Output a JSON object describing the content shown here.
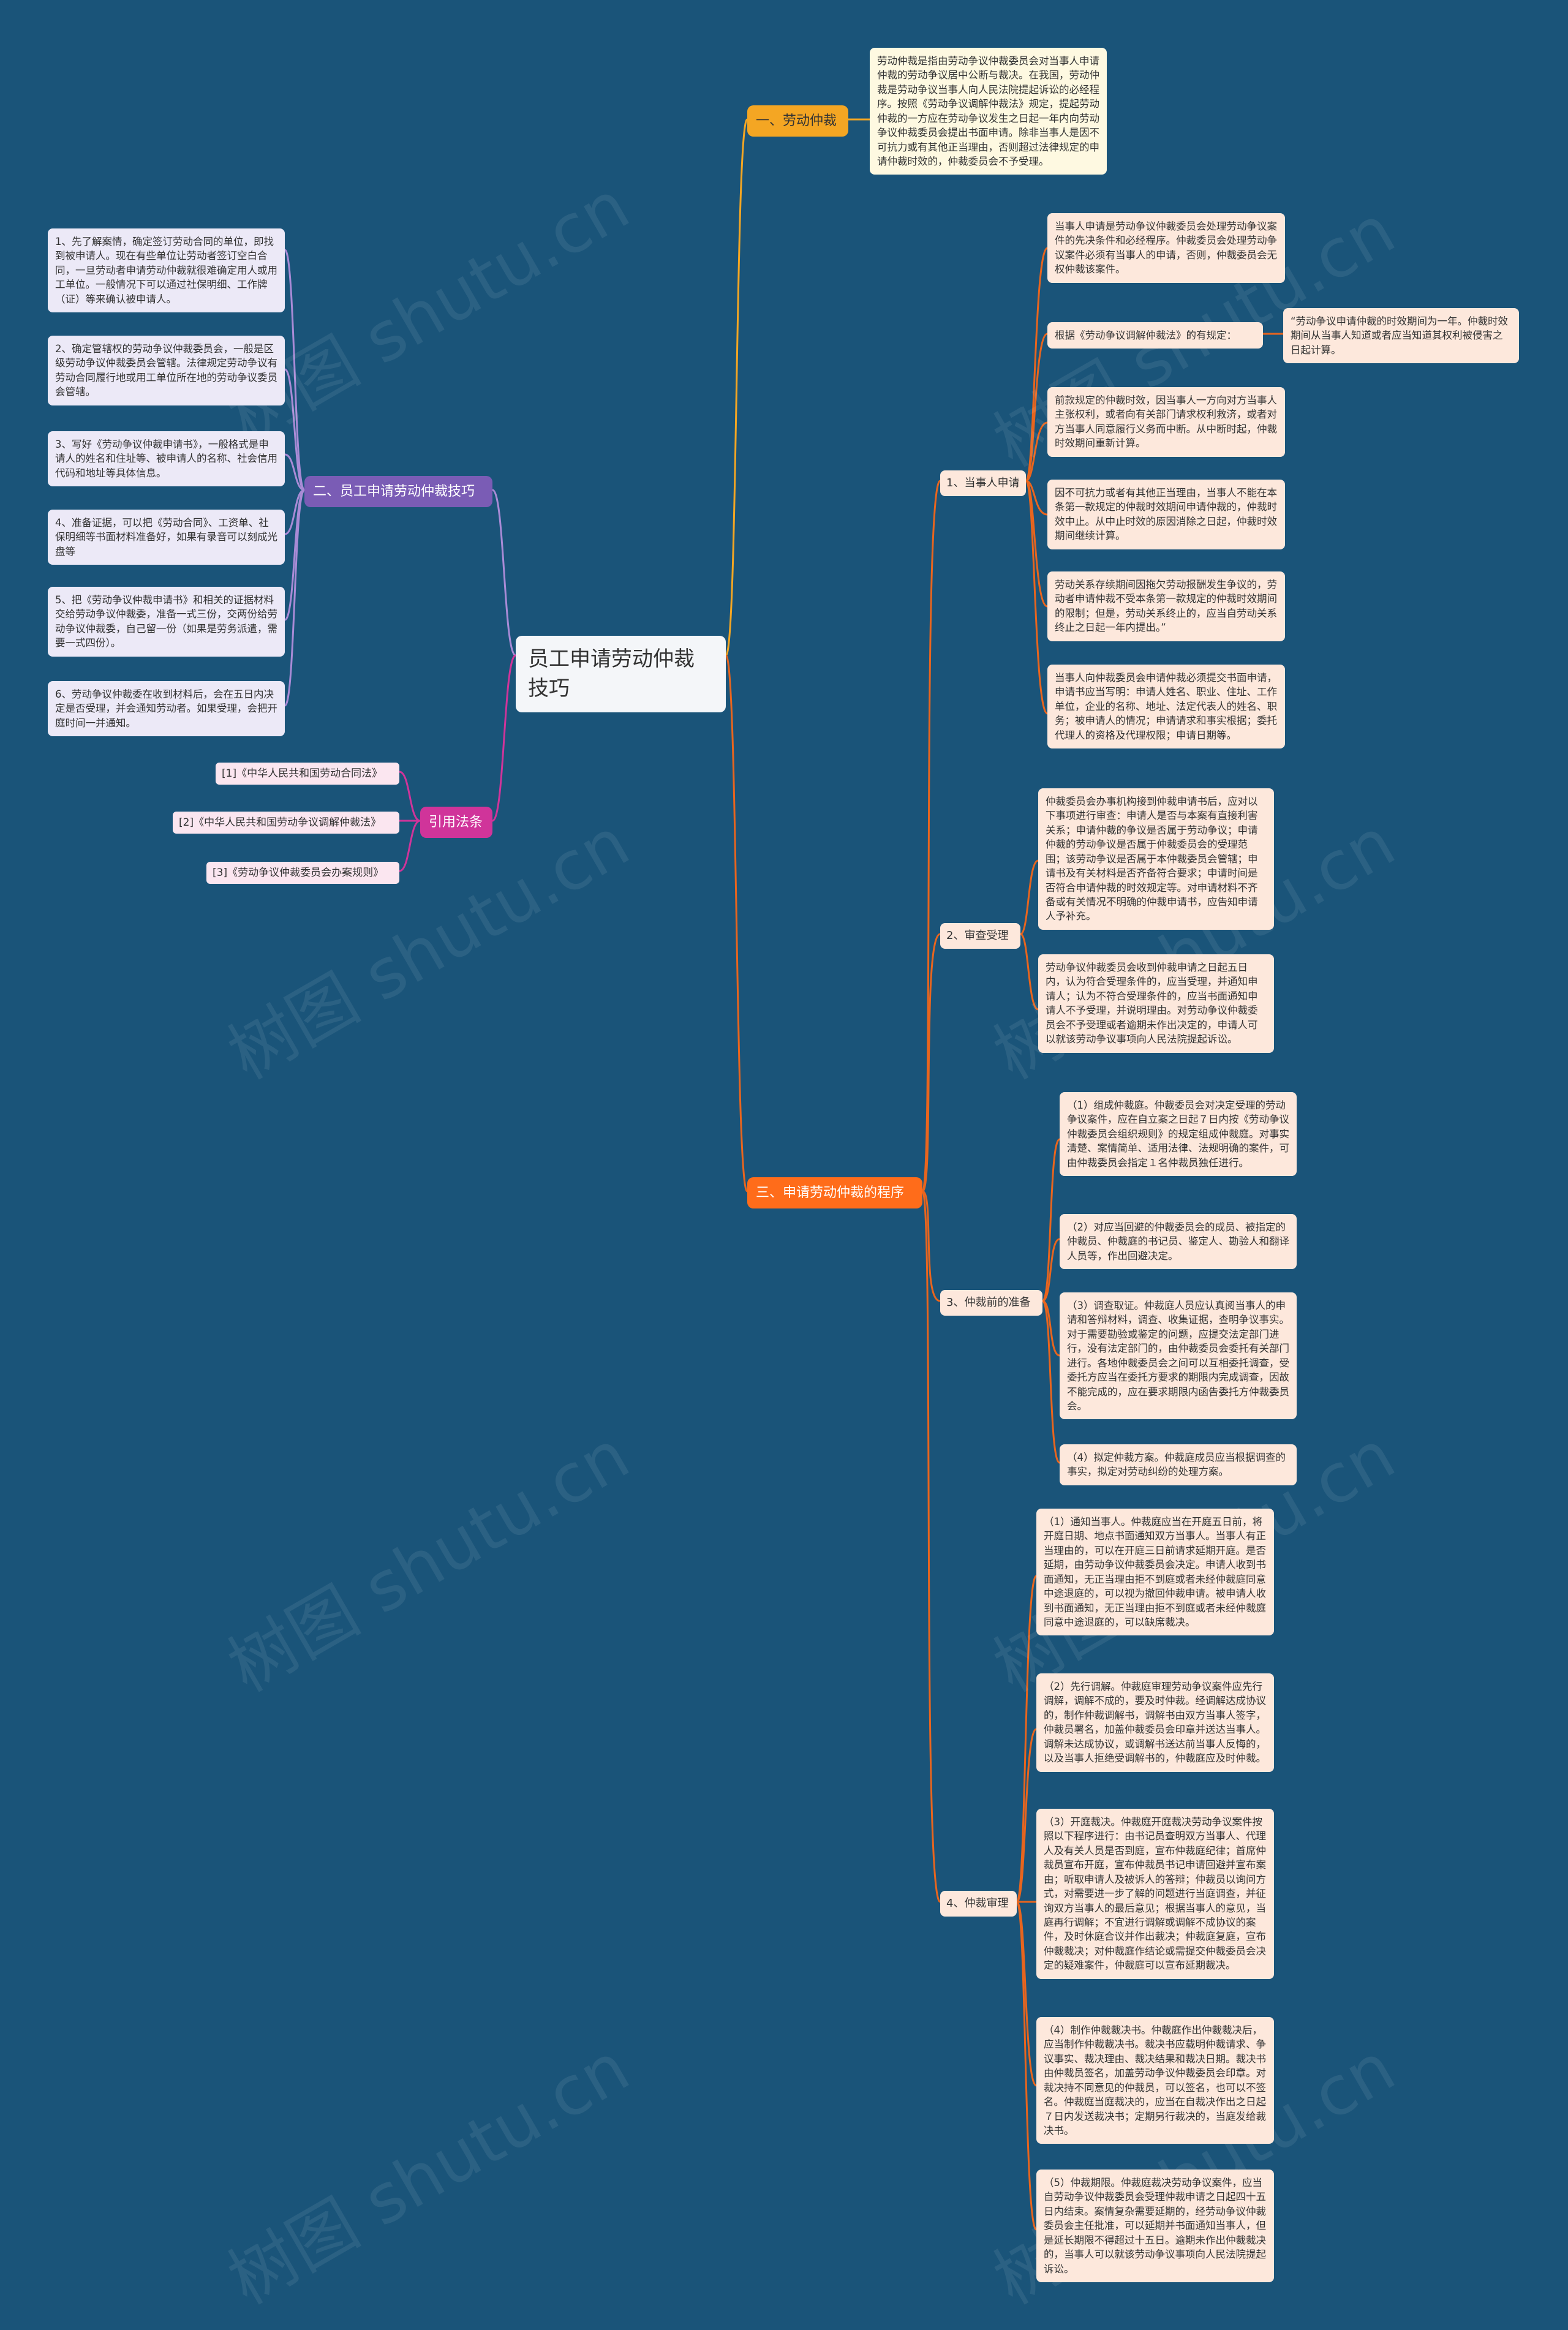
{
  "root": "员工申请劳动仲裁技巧",
  "branch1": {
    "title": "一、劳动仲裁",
    "text": "劳动仲裁是指由劳动争议仲裁委员会对当事人申请仲裁的劳动争议居中公断与裁决。在我国，劳动仲裁是劳动争议当事人向人民法院提起诉讼的必经程序。按照《劳动争议调解仲裁法》规定，提起劳动仲裁的一方应在劳动争议发生之日起一年内向劳动争议仲裁委员会提出书面申请。除非当事人是因不可抗力或有其他正当理由，否则超过法律规定的申请仲裁时效的，仲裁委员会不予受理。"
  },
  "branch3": {
    "title": "三、申请劳动仲裁的程序",
    "s1": {
      "label": "1、当事人申请",
      "items": [
        "当事人申请是劳动争议仲裁委员会处理劳动争议案件的先决条件和必经程序。仲裁委员会处理劳动争议案件必须有当事人的申请，否则，仲裁委员会无权仲裁该案件。",
        "根据《劳动争议调解仲裁法》的有规定：",
        "前款规定的仲裁时效，因当事人一方向对方当事人主张权利，或者向有关部门请求权利救济，或者对方当事人同意履行义务而中断。从中断时起，仲裁时效期间重新计算。",
        "因不可抗力或者有其他正当理由，当事人不能在本条第一款规定的仲裁时效期间申请仲裁的，仲裁时效中止。从中止时效的原因消除之日起，仲裁时效期间继续计算。",
        "劳动关系存续期间因拖欠劳动报酬发生争议的，劳动者申请仲裁不受本条第一款规定的仲裁时效期间的限制；但是，劳动关系终止的，应当自劳动关系终止之日起一年内提出。”",
        "当事人向仲裁委员会申请仲裁必须提交书面申请，申请书应当写明：申请人姓名、职业、住址、工作单位，企业的名称、地址、法定代表人的姓名、职务；被申请人的情况；申请请求和事实根据；委托代理人的资格及代理权限；申请日期等。"
      ],
      "quote": "“劳动争议申请仲裁的时效期间为一年。仲裁时效期间从当事人知道或者应当知道其权利被侵害之日起计算。"
    },
    "s2": {
      "label": "2、审查受理",
      "items": [
        "仲裁委员会办事机构接到仲裁申请书后，应对以下事项进行审查：申请人是否与本案有直接利害关系；申请仲裁的争议是否属于劳动争议；申请仲裁的劳动争议是否属于仲裁委员会的受理范围；该劳动争议是否属于本仲裁委员会管辖；申请书及有关材料是否齐备符合要求；申请时间是否符合申请仲裁的时效规定等。对申请材料不齐备或有关情况不明确的仲裁申请书，应告知申请人予补充。",
        "劳动争议仲裁委员会收到仲裁申请之日起五日内，认为符合受理条件的，应当受理，并通知申请人；认为不符合受理条件的，应当书面通知申请人不予受理，并说明理由。对劳动争议仲裁委员会不予受理或者逾期未作出决定的，申请人可以就该劳动争议事项向人民法院提起诉讼。"
      ]
    },
    "s3": {
      "label": "3、仲裁前的准备",
      "items": [
        "（1）组成仲裁庭。仲裁委员会对决定受理的劳动争议案件，应在自立案之日起７日内按《劳动争议仲裁委员会组织规则》的规定组成仲裁庭。对事实清楚、案情简单、适用法律、法规明确的案件，可由仲裁委员会指定１名仲裁员独任进行。",
        "（2）对应当回避的仲裁委员会的成员、被指定的仲裁员、仲裁庭的书记员、鉴定人、勘验人和翻译人员等，作出回避决定。",
        "（3）调查取证。仲裁庭人员应认真阅当事人的申请和答辩材料，调查、收集证据，查明争议事实。对于需要勘验或鉴定的问题，应提交法定部门进行，没有法定部门的，由仲裁委员会委托有关部门进行。各地仲裁委员会之间可以互相委托调查，受委托方应当在委托方要求的期限内完成调查，因故不能完成的，应在要求期限内函告委托方仲裁委员会。",
        "（4）拟定仲裁方案。仲裁庭成员应当根据调查的事实，拟定对劳动纠纷的处理方案。"
      ]
    },
    "s4": {
      "label": "4、仲裁审理",
      "items": [
        "（1）通知当事人。仲裁庭应当在开庭五日前，将开庭日期、地点书面通知双方当事人。当事人有正当理由的，可以在开庭三日前请求延期开庭。是否延期，由劳动争议仲裁委员会决定。申请人收到书面通知，无正当理由拒不到庭或者未经仲裁庭同意中途退庭的，可以视为撤回仲裁申请。被申请人收到书面通知，无正当理由拒不到庭或者未经仲裁庭同意中途退庭的，可以缺席裁决。",
        "（2）先行调解。仲裁庭审理劳动争议案件应先行调解，调解不成的，要及时仲裁。经调解达成协议的，制作仲裁调解书，调解书由双方当事人签字，仲裁员署名，加盖仲裁委员会印章并送达当事人。调解未达成协议，或调解书送达前当事人反悔的，以及当事人拒绝受调解书的，仲裁庭应及时仲裁。",
        "（3）开庭裁决。仲裁庭开庭裁决劳动争议案件按照以下程序进行：由书记员查明双方当事人、代理人及有关人员是否到庭，宣布仲裁庭纪律；首席仲裁员宣布开庭，宣布仲裁员书记申请回避并宣布案由；听取申请人及被诉人的答辩；仲裁员以询问方式，对需要进一步了解的问题进行当庭调查，并征询双方当事人的最后意见；根据当事人的意见，当庭再行调解；不宜进行调解或调解不成协议的案件，及时休庭合议并作出裁决；仲裁庭复庭，宣布仲裁裁决；对仲裁庭作结论或需提交仲裁委员会决定的疑难案件，仲裁庭可以宣布延期裁决。",
        "（4）制作仲裁裁决书。仲裁庭作出仲裁裁决后，应当制作仲裁裁决书。裁决书应载明仲裁请求、争议事实、裁决理由、裁决结果和裁决日期。裁决书由仲裁员签名，加盖劳动争议仲裁委员会印章。对裁决持不同意见的仲裁员，可以签名，也可以不签名。仲裁庭当庭裁决的，应当在自裁决作出之日起７日内发送裁决书；定期另行裁决的，当庭发给裁决书。",
        "（5）仲裁期限。仲裁庭裁决劳动争议案件，应当自劳动争议仲裁委员会受理仲裁申请之日起四十五日内结束。案情复杂需要延期的，经劳动争议仲裁委员会主任批准，可以延期并书面通知当事人，但是延长期限不得超过十五日。逾期未作出仲裁裁决的，当事人可以就该劳动争议事项向人民法院提起诉讼。"
      ]
    }
  },
  "branch2": {
    "title": "二、员工申请劳动仲裁技巧",
    "items": [
      "1、先了解案情，确定签订劳动合同的单位，即找到被申请人。现在有些单位让劳动者签订空白合同，一旦劳动者申请劳动仲裁就很难确定用人或用工单位。一般情况下可以通过社保明细、工作牌（证）等来确认被申请人。",
      "2、确定管辖权的劳动争议仲裁委员会，一般是区级劳动争议仲裁委员会管辖。法律规定劳动争议有劳动合同履行地或用工单位所在地的劳动争议委员会管辖。",
      "3、写好《劳动争议仲裁申请书》，一般格式是申请人的姓名和住址等、被申请人的名称、社会信用代码和地址等具体信息。",
      "4、准备证据，可以把《劳动合同》、工资单、社保明细等书面材料准备好，如果有录音可以刻成光盘等",
      "5、把《劳动争议仲裁申请书》和相关的证据材料交给劳动争议仲裁委，准备一式三份，交两份给劳动争议仲裁委，自己留一份（如果是劳务派遣，需要一式四份）。",
      "6、劳动争议仲裁委在收到材料后，会在五日内决定是否受理，并会通知劳动者。如果受理，会把开庭时间一并通知。"
    ]
  },
  "branch4": {
    "title": "引用法条",
    "items": [
      "[1]《中华人民共和国劳动合同法》",
      "[2]《中华人民共和国劳动争议调解仲裁法》",
      "[3]《劳动争议仲裁委员会办案规则》"
    ]
  },
  "watermark": "树图 shutu.cn",
  "colors": {
    "background": "#1a5479",
    "orange": "#f4a623",
    "red": "#ff6c1a",
    "purple": "#7a5cb5",
    "magenta": "#d0349a"
  }
}
